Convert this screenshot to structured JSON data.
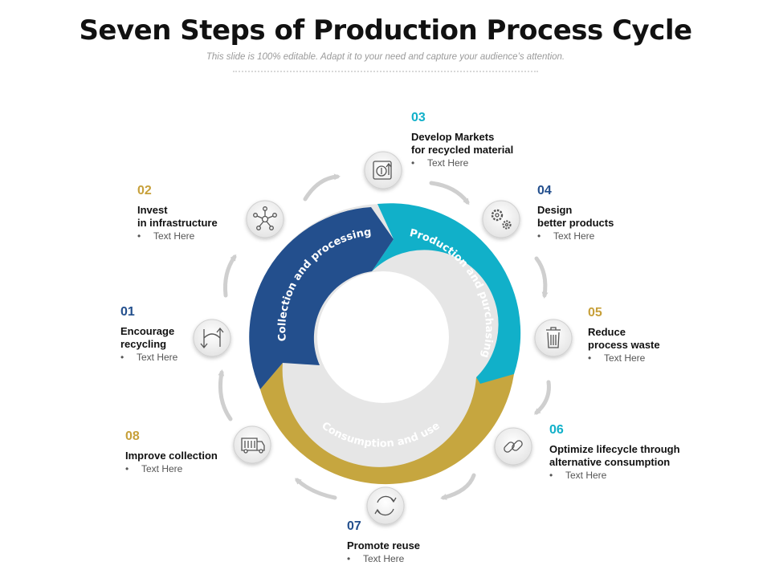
{
  "title": "Seven Steps of Production Process Cycle",
  "subtitle": "This slide is 100% editable. Adapt it to your need and capture your audience’s attention.",
  "colors": {
    "blue": "#234f8d",
    "teal": "#11b0c9",
    "gold": "#c6a63f",
    "yellow_num": "#c7a03a"
  },
  "segments": [
    {
      "label": "Collection and processing",
      "color": "#234f8d"
    },
    {
      "label": "Production and purchasing",
      "color": "#11b0c9"
    },
    {
      "label": "Consumption and use",
      "color": "#c6a63f"
    }
  ],
  "steps": [
    {
      "num": "01",
      "heading": "Encourage\nrecycling",
      "bullet": "Text Here",
      "color": "#234f8d",
      "icon": "recycle-arrows-icon"
    },
    {
      "num": "02",
      "heading": "Invest\nin infrastructure",
      "bullet": "Text Here",
      "color": "#c7a03a",
      "icon": "network-nodes-icon"
    },
    {
      "num": "03",
      "heading": "Develop Markets\nfor recycled material",
      "bullet": "Text Here",
      "color": "#11b0c9",
      "icon": "money-growth-icon"
    },
    {
      "num": "04",
      "heading": "Design\nbetter products",
      "bullet": "Text Here",
      "color": "#234f8d",
      "icon": "gears-icon"
    },
    {
      "num": "05",
      "heading": "Reduce\nprocess waste",
      "bullet": "Text Here",
      "color": "#c7a03a",
      "icon": "trash-bin-icon"
    },
    {
      "num": "06",
      "heading": "Optimize lifecycle through\nalternative consumption",
      "bullet": "Text Here",
      "color": "#11b0c9",
      "icon": "chain-link-icon"
    },
    {
      "num": "07",
      "heading": "Promote reuse",
      "bullet": "Text Here",
      "color": "#234f8d",
      "icon": "refresh-cycle-icon"
    },
    {
      "num": "08",
      "heading": "Improve collection",
      "bullet": "Text Here",
      "color": "#c7a03a",
      "icon": "truck-icon"
    }
  ]
}
